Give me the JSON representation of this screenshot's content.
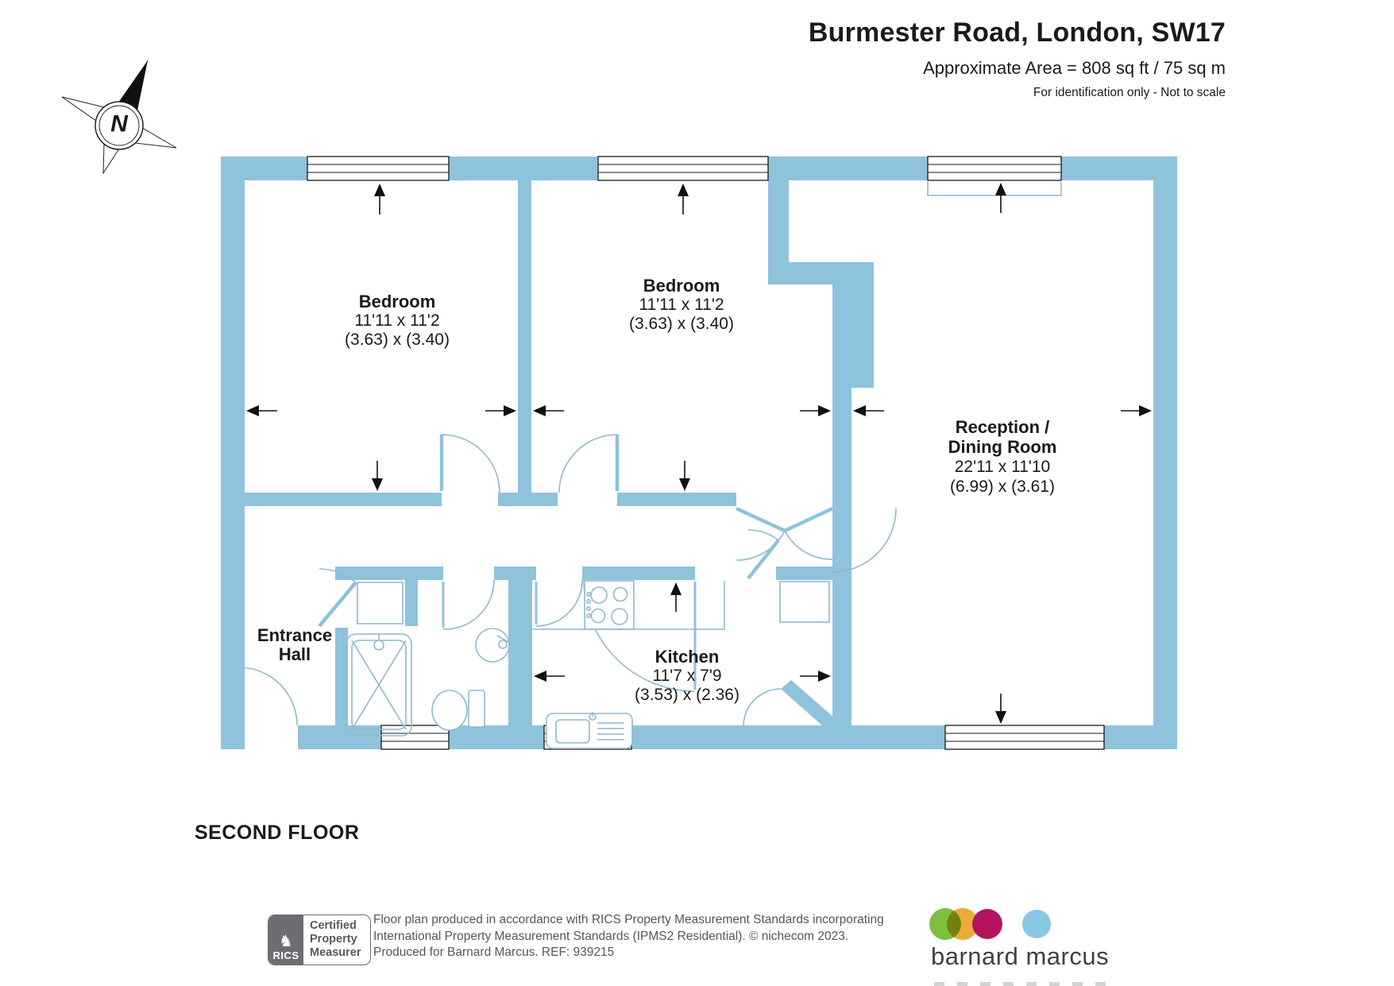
{
  "header": {
    "title": "Burmester Road, London, SW17",
    "area": "Approximate Area = 808 sq ft / 75 sq m",
    "note": "For identification only - Not to scale"
  },
  "compass_label": "N",
  "floor_label": "SECOND FLOOR",
  "rooms": {
    "bedroom1": {
      "name": "Bedroom",
      "imperial": "11'11 x 11'2",
      "metric": "(3.63) x (3.40)"
    },
    "bedroom2": {
      "name": "Bedroom",
      "imperial": "11'11 x 11'2",
      "metric": "(3.63) x (3.40)"
    },
    "reception": {
      "name_line1": "Reception /",
      "name_line2": "Dining Room",
      "imperial": "22'11 x 11'10",
      "metric": "(6.99) x (3.61)"
    },
    "kitchen": {
      "name": "Kitchen",
      "imperial": "11'7 x 7'9",
      "metric": "(3.53) x (2.36)"
    },
    "entrance_hall": {
      "name_line1": "Entrance",
      "name_line2": "Hall"
    }
  },
  "footer": {
    "rics": {
      "org": "RICS",
      "badge_lines": [
        "Certified",
        "Property",
        "Measurer"
      ]
    },
    "disclaimer": [
      "Floor plan produced in accordance with RICS Property Measurement Standards incorporating",
      "International Property Measurement Standards (IPMS2 Residential).   © nichecom 2023.",
      "Produced for Barnard Marcus.    REF:  939215"
    ],
    "brand": "barnard marcus"
  },
  "colors": {
    "wall": "#8FC2DB",
    "fixture": "#8FB9CF",
    "rics_gray": "#6D6E71",
    "brand_green": "#7FBE3F",
    "brand_yellow": "#E8AD3C",
    "brand_magenta": "#B5135F",
    "brand_blue": "#89C6E2"
  }
}
